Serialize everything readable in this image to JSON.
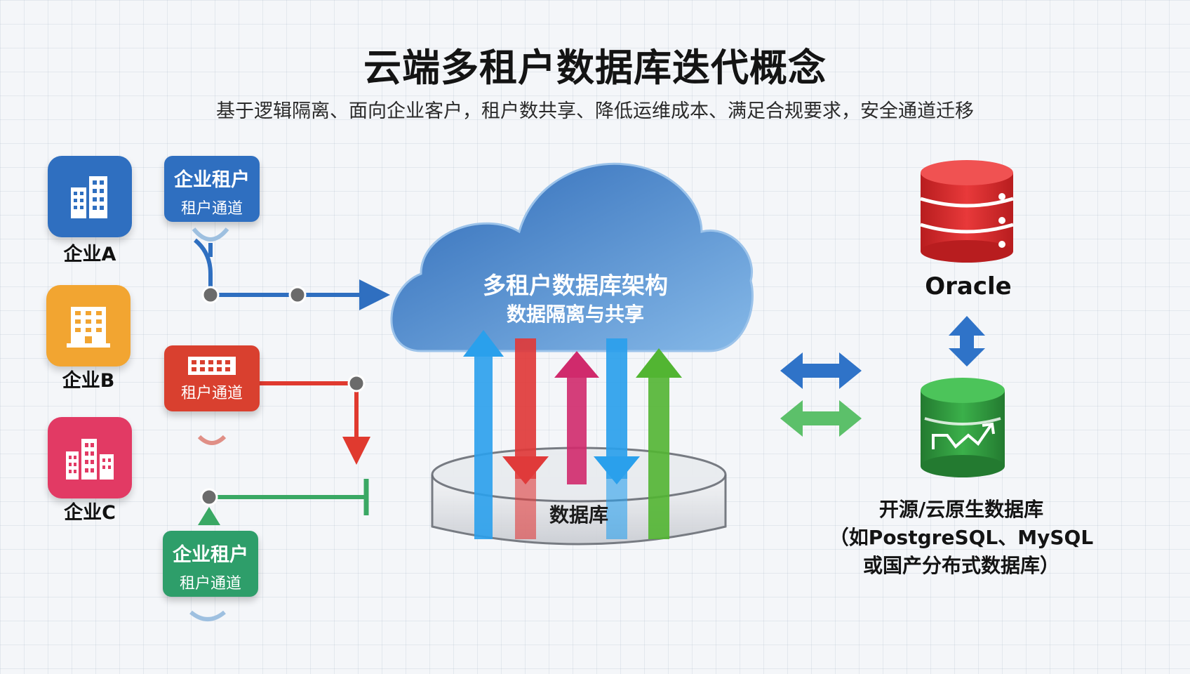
{
  "header": {
    "title": "云端多租户数据库迭代概念",
    "subtitle": "基于逻辑隔离、面向企业客户，租户数共享、降低运维成本、满足合规要求，安全通道迁移"
  },
  "enterprises": [
    {
      "label": "企业A",
      "color": "#2f6fc0",
      "icon": "building-icon"
    },
    {
      "label": "企业B",
      "color": "#f2a531",
      "icon": "office-building-icon"
    },
    {
      "label": "企业C",
      "color": "#e23a64",
      "icon": "city-buildings-icon"
    }
  ],
  "tenants": [
    {
      "title": "企业租户",
      "sub": "租户通道",
      "color": "#2f6fc0"
    },
    {
      "title": "",
      "sub": "租户通道",
      "color": "#d9402f",
      "icon": "hotel-icon"
    },
    {
      "title": "企业租户",
      "sub": "租户通道",
      "color": "#2e9e6a"
    }
  ],
  "cloud": {
    "title": "多租户数据库架构",
    "subtitle": "数据隔离与共享"
  },
  "database": {
    "label": "数据库"
  },
  "oracle": {
    "label": "Oracle",
    "color": "#d8282a"
  },
  "open_source": {
    "lines": [
      "开源/云原生数据库",
      "（如PostgreSQL、MySQL",
      "或国产分布式数据库）"
    ],
    "color": "#2f9a3f"
  },
  "colors": {
    "blue": "#2f6fc0",
    "red": "#e03a2f",
    "green": "#3aa864",
    "cloud": "#3d7fce"
  }
}
